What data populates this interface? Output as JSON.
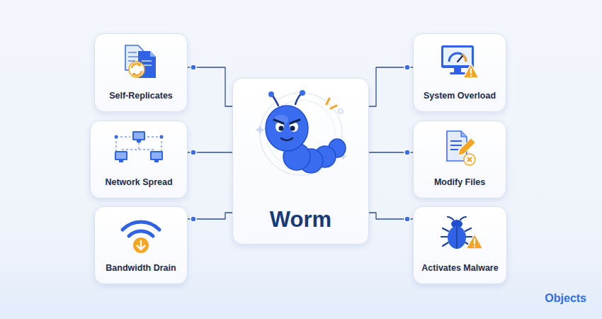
{
  "diagram": {
    "nodes": [
      {
        "text": [
          "Self-Replicates"
        ]
      },
      {
        "text": [
          "Network Spread"
        ]
      },
      {
        "text": [
          "Bandwidth Drain"
        ]
      },
      {
        "text": [
          "Worm"
        ]
      },
      {
        "text": [
          "System Overload"
        ]
      },
      {
        "text": [
          "Modify Files"
        ]
      },
      {
        "text": [
          "Activates Malware"
        ]
      }
    ],
    "edges": [
      {
        "from": 3,
        "to": 0,
        "arrow": "none"
      },
      {
        "from": 3,
        "to": 1,
        "arrow": "none"
      },
      {
        "from": 3,
        "to": 2,
        "arrow": "none"
      },
      {
        "from": 3,
        "to": 4,
        "arrow": "none"
      },
      {
        "from": 3,
        "to": 5,
        "arrow": "none"
      },
      {
        "from": 3,
        "to": 6,
        "arrow": "none"
      }
    ],
    "labels": [
      "Objects"
    ]
  }
}
